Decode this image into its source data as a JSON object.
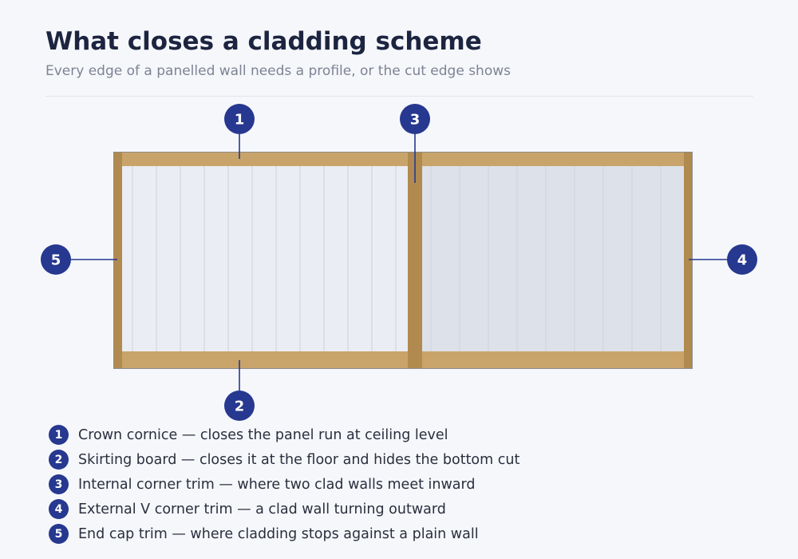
{
  "header": {
    "title": "What closes a cladding scheme",
    "subtitle": "Every edge of a panelled wall needs a profile, or the cut edge shows"
  },
  "diagram": {
    "colors": {
      "trim": "#c9a46a",
      "trim_dark": "#b08a4f",
      "panel_left": "#eaedf3",
      "panel_right": "#dde1e9",
      "groove": "#d2d6de",
      "badge": "#26388f",
      "leader": "#26388f"
    },
    "callouts": [
      {
        "number": "1",
        "target": "crown-cornice"
      },
      {
        "number": "2",
        "target": "skirting-board"
      },
      {
        "number": "3",
        "target": "internal-corner-trim"
      },
      {
        "number": "4",
        "target": "external-v-corner-trim"
      },
      {
        "number": "5",
        "target": "end-cap-trim"
      }
    ]
  },
  "legend": [
    {
      "number": "1",
      "text": "Crown cornice — closes the panel run at ceiling level"
    },
    {
      "number": "2",
      "text": "Skirting board — closes it at the floor and hides the bottom cut"
    },
    {
      "number": "3",
      "text": "Internal corner trim — where two clad walls meet inward"
    },
    {
      "number": "4",
      "text": "External V corner trim — a clad wall turning outward"
    },
    {
      "number": "5",
      "text": "End cap trim — where cladding stops against a plain wall"
    }
  ]
}
